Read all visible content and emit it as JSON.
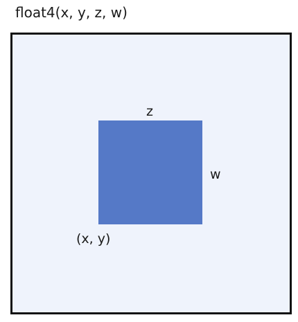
{
  "caption": "float4(x, y, z, w)",
  "labels": {
    "width": "z",
    "height": "w",
    "origin": "(x, y)"
  },
  "colors": {
    "rect_fill": "#5579c7",
    "frame_fill": "#eff3fc",
    "frame_border": "#111111"
  }
}
